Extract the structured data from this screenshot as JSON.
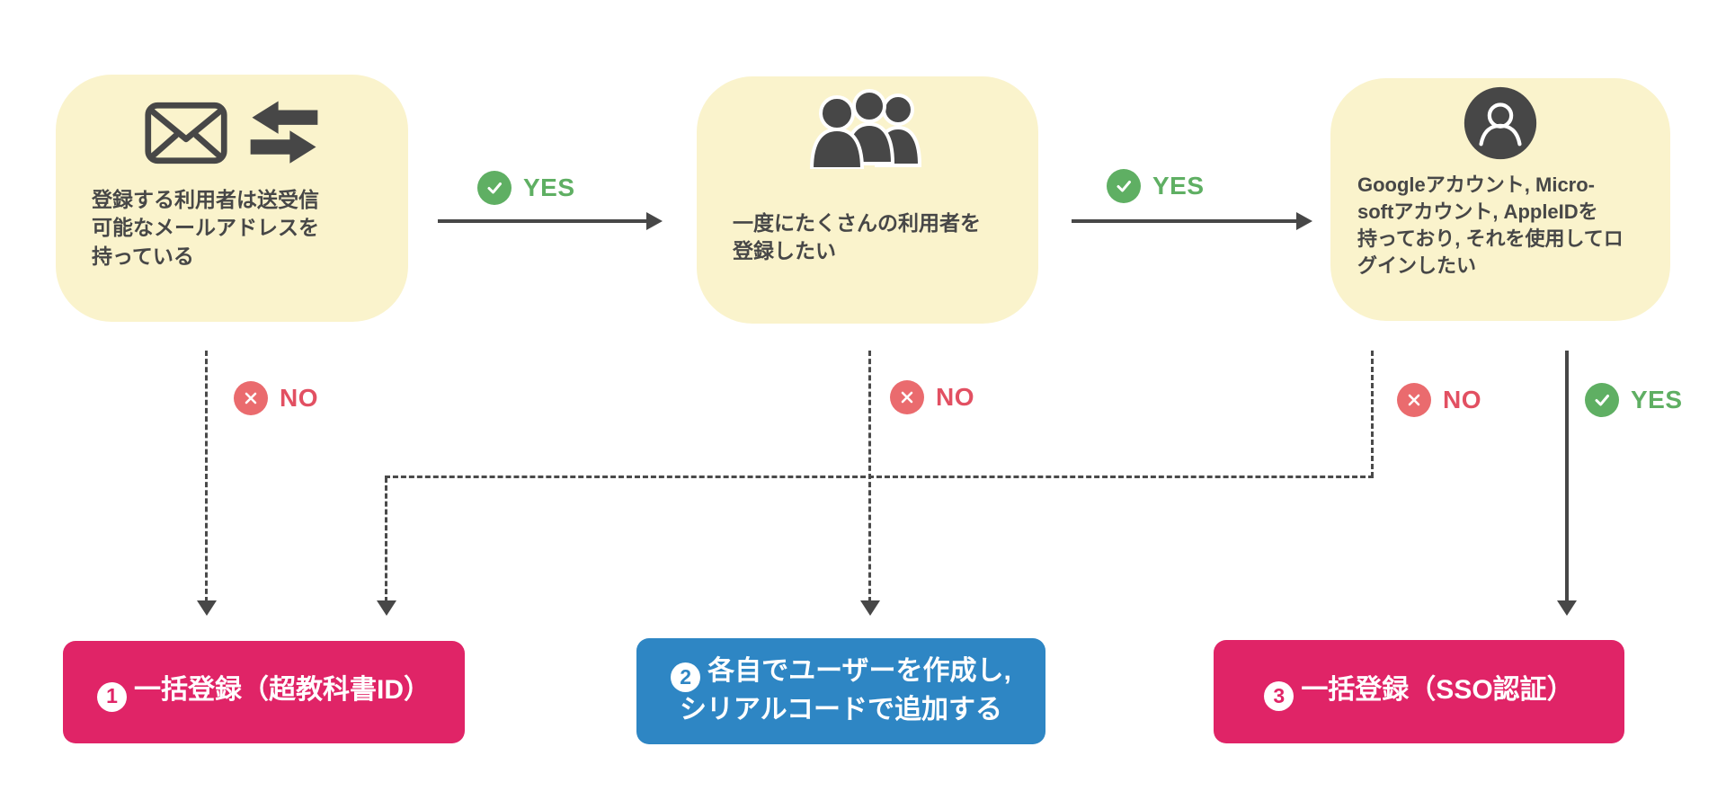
{
  "diagram": {
    "type": "decision-flowchart",
    "background": "#ffffff",
    "colors": {
      "question_box_bg": "#FAF3CC",
      "icon_and_line": "#474747",
      "yes_green": "#5FAF63",
      "no_red_circle": "#EA6B6E",
      "no_red_text": "#E25062",
      "result_pink": "#E02467",
      "result_blue": "#2E86C4",
      "result_text": "#ffffff"
    }
  },
  "questions": [
    {
      "icons": [
        "mail-envelope-icon",
        "send-receive-arrows-icon"
      ],
      "text": "登録する利用者は送受信\n可能なメールアドレスを\n持っている"
    },
    {
      "icons": [
        "people-group-icon"
      ],
      "text": "一度にたくさんの利用者を\n登録したい"
    },
    {
      "icons": [
        "person-circle-icon"
      ],
      "text": "Googleアカウント, Micro-\nsoftアカウント, AppleIDを\n持っており, それを使用してロ\nグインしたい"
    }
  ],
  "labels": {
    "yes": "YES",
    "no": "NO"
  },
  "results": [
    {
      "number": "1",
      "text": "一括登録（超教科書ID）",
      "color": "#E02467"
    },
    {
      "number": "2",
      "text": "各自でユーザーを作成し,\nシリアルコードで追加する",
      "color": "#2E86C4"
    },
    {
      "number": "3",
      "text": "一括登録（SSO認証）",
      "color": "#E02467"
    }
  ]
}
